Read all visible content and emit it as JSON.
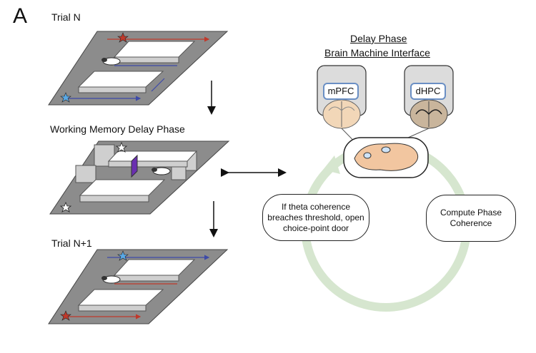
{
  "panel_letter": "A",
  "maze_stages": {
    "trial_n": "Trial N",
    "delay_phase": "Working Memory Delay Phase",
    "trial_n1": "Trial N+1"
  },
  "bmi": {
    "title_line1": "Delay Phase",
    "title_line2": "Brain Machine Interface",
    "region_left": "mPFC",
    "region_right": "dHPC"
  },
  "cycle": {
    "left_text": "If theta coherence breaches threshold, open choice-point door",
    "right_text": "Compute Phase Coherence"
  },
  "colors": {
    "maze_floor": "#8c8c8c",
    "wall": "#cfcfcf",
    "red_path": "#c0392b",
    "blue_path": "#3d4aa8",
    "door": "#6a2fb0",
    "brain": "#f2c6a0",
    "cycle_arrow": "#d6e6cf",
    "star_red": "#c0392b",
    "star_blue": "#5aa9e6"
  }
}
